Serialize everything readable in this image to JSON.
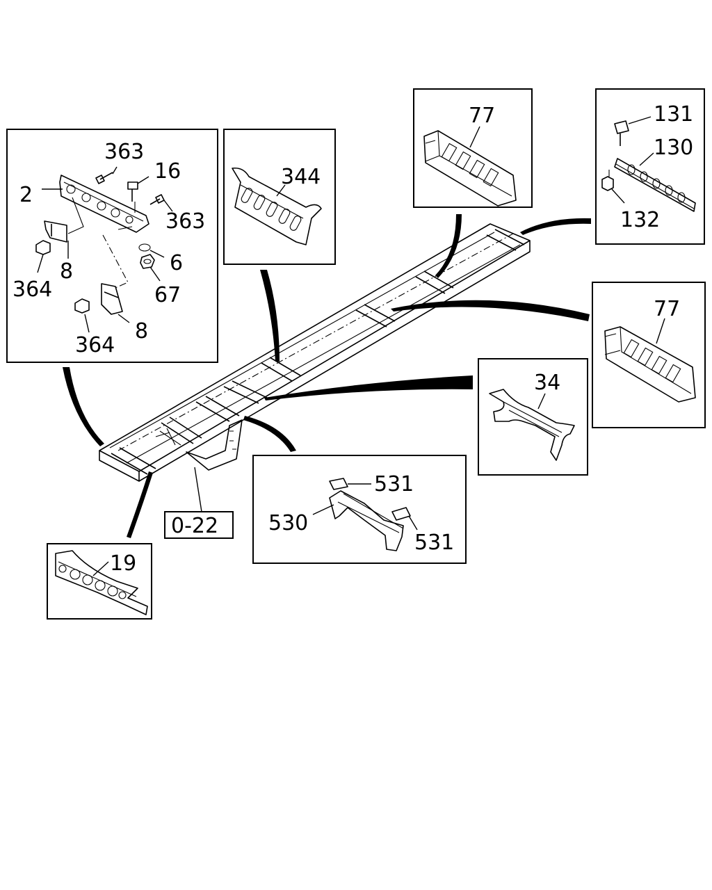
{
  "labels": {
    "p363a": "363",
    "p16": "16",
    "p2": "2",
    "p363b": "363",
    "p8a": "8",
    "p364a": "364",
    "p6": "6",
    "p67": "67",
    "p8b": "8",
    "p364b": "364",
    "p344": "344",
    "p77a": "77",
    "p131": "131",
    "p130": "130",
    "p132": "132",
    "p77b": "77",
    "p34": "34",
    "p531a": "531",
    "p530": "530",
    "p531b": "531",
    "ref": "0-22",
    "p19": "19"
  },
  "colors": {
    "ink": "#000000",
    "paper": "#ffffff"
  }
}
